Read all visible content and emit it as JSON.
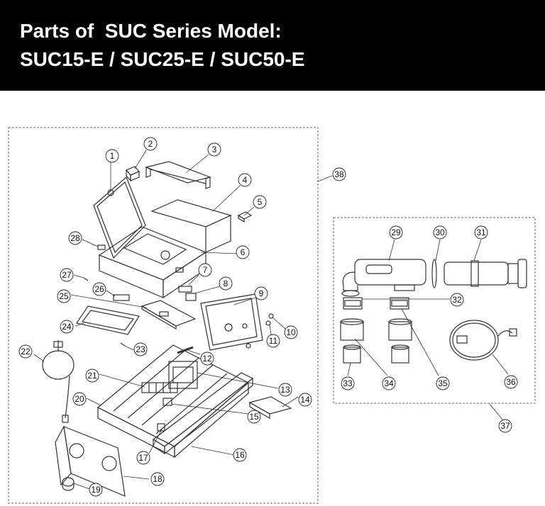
{
  "header": {
    "line1": "Parts of  SUC Series Model:",
    "line2": "SUC15-E / SUC25-E / SUC50-E"
  },
  "callouts": [
    "1",
    "2",
    "3",
    "4",
    "5",
    "6",
    "7",
    "8",
    "9",
    "10",
    "11",
    "12",
    "13",
    "14",
    "15",
    "16",
    "17",
    "18",
    "19",
    "20",
    "21",
    "22",
    "23",
    "24",
    "25",
    "26",
    "27",
    "28",
    "29",
    "30",
    "31",
    "32",
    "33",
    "34",
    "35",
    "36",
    "37",
    "38"
  ],
  "colors": {
    "header_bg": "#000000",
    "header_text": "#ffffff",
    "line": "#333333"
  }
}
